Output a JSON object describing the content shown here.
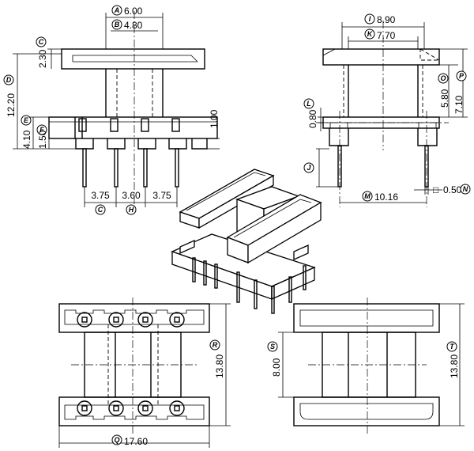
{
  "drawing": {
    "dimensions": {
      "A": {
        "label": "A",
        "value": "6.00"
      },
      "B": {
        "label": "B",
        "value": "4.80"
      },
      "C_top": {
        "label": "C",
        "value": "2.30"
      },
      "D": {
        "label": "D",
        "value": "12.20"
      },
      "E": {
        "label": "E",
        "value": "4.10"
      },
      "F": {
        "label": "F",
        "value": "1.50"
      },
      "pin_gap": {
        "value": "1.00"
      },
      "pitch1": {
        "value": "3.75"
      },
      "pitch2": {
        "value": "3.60"
      },
      "pitch3": {
        "value": "3.75"
      },
      "C_bot": {
        "label": "C"
      },
      "H": {
        "label": "H"
      },
      "I": {
        "label": "I",
        "value": "8.90"
      },
      "K": {
        "label": "K",
        "value": "7.70"
      },
      "O": {
        "label": "O",
        "value": "5.80"
      },
      "P": {
        "label": "P",
        "value": "7.10"
      },
      "L": {
        "label": "L",
        "value": "0.80"
      },
      "J": {
        "label": "J"
      },
      "M": {
        "label": "M",
        "value": "10.16"
      },
      "N": {
        "label": "N",
        "value": "0.50",
        "prefix": "□"
      },
      "R": {
        "label": "R",
        "value": "13.80"
      },
      "Q": {
        "label": "Q",
        "value": "17.60"
      },
      "S": {
        "label": "S",
        "value": "8.00"
      },
      "T": {
        "label": "T",
        "value": "13.80"
      }
    }
  }
}
